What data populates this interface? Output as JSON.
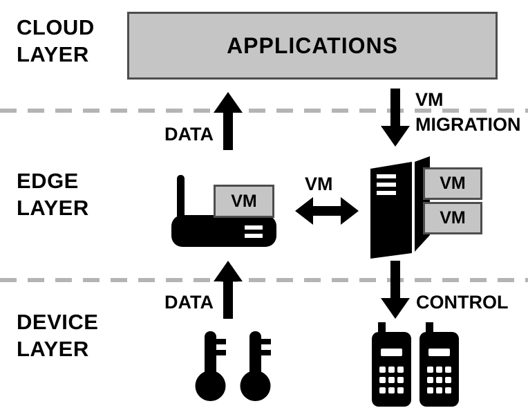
{
  "labels": {
    "cloud_layer": "CLOUD LAYER",
    "edge_layer": "EDGE LAYER",
    "device_layer": "DEVICE LAYER",
    "applications": "APPLICATIONS",
    "data_to_cloud": "DATA",
    "vm_migration": "VM MIGRATION",
    "vm_exchange": "VM",
    "gateway_vm": "VM",
    "server_vm_top": "VM",
    "server_vm_bottom": "VM",
    "data_to_edge": "DATA",
    "control": "CONTROL"
  },
  "icons": {
    "data_to_cloud_arrow": "up-arrow-icon",
    "vm_migration_arrow": "down-arrow-icon",
    "vm_exchange_arrow": "double-headed-arrow-icon",
    "edge_gateway": "wireless-gateway-icon",
    "edge_server": "server-tower-icon",
    "sensor": "thermometer-icon",
    "mobile": "mobile-phone-icon"
  },
  "colors": {
    "box_fill": "#c5c5c5",
    "box_border": "#4d4d4d",
    "divider": "#b4b4b4",
    "ink": "#000000",
    "background": "#ffffff"
  }
}
